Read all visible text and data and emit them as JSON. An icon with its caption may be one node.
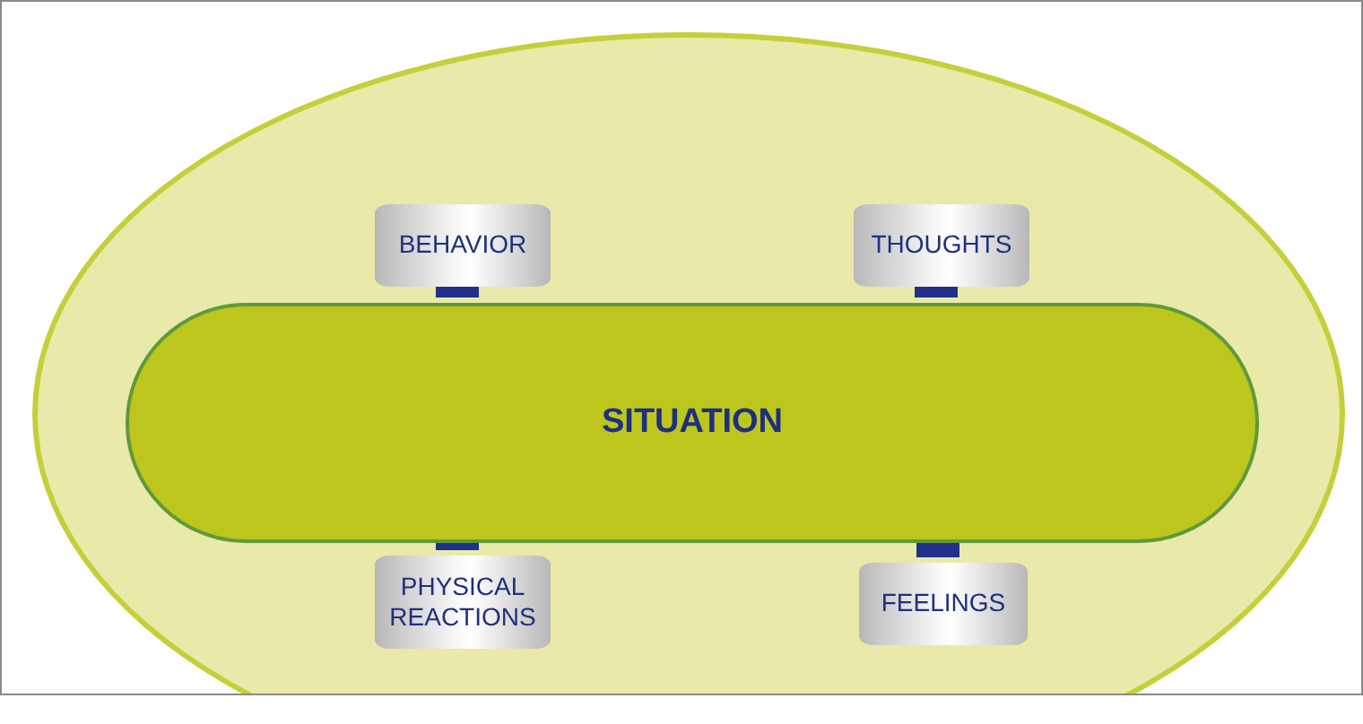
{
  "diagram": {
    "nodes": [
      {
        "text": [],
        "shape": "ellipse"
      },
      {
        "text": [
          "BEHAVIOR"
        ],
        "in": 0
      },
      {
        "text": [
          "THOUGHTS"
        ],
        "in": 0
      },
      {
        "text": [
          "SITUATION"
        ],
        "in": 0
      },
      {
        "text": [
          "PHYSICAL REACTIONS"
        ],
        "in": 0
      },
      {
        "text": [
          "FEELINGS"
        ],
        "in": 0
      }
    ],
    "edges": [
      {
        "from": 1,
        "to": 3,
        "arrow": "none"
      },
      {
        "from": 2,
        "to": 3,
        "arrow": "none"
      },
      {
        "from": 3,
        "to": 4,
        "arrow": "none"
      },
      {
        "from": 3,
        "to": 5,
        "arrow": "none"
      }
    ]
  }
}
